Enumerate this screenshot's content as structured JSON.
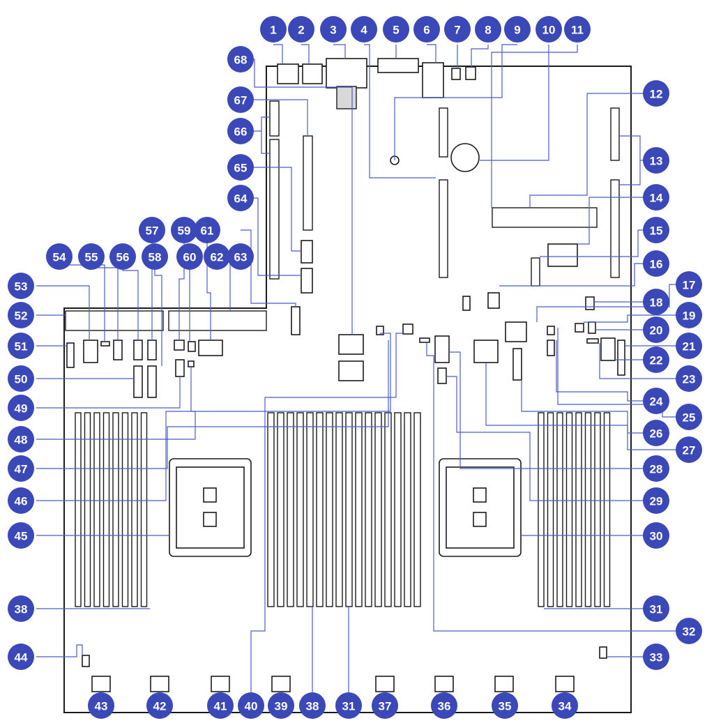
{
  "diagram": {
    "colors": {
      "callout": "#3a48b8",
      "leader": "#4a5bc7",
      "outline": "#1a1a1a"
    },
    "callouts": [
      "1",
      "2",
      "3",
      "4",
      "5",
      "6",
      "7",
      "8",
      "9",
      "10",
      "11",
      "12",
      "13",
      "14",
      "15",
      "16",
      "17",
      "18",
      "19",
      "20",
      "21",
      "22",
      "23",
      "24",
      "25",
      "26",
      "27",
      "28",
      "29",
      "30",
      "31",
      "32",
      "33",
      "34",
      "35",
      "36",
      "37",
      "38",
      "39",
      "40",
      "41",
      "42",
      "43",
      "44",
      "45",
      "46",
      "47",
      "48",
      "49",
      "50",
      "51",
      "52",
      "53",
      "54",
      "55",
      "56",
      "57",
      "58",
      "59",
      "60",
      "61",
      "62",
      "63",
      "64",
      "65",
      "66",
      "67",
      "68"
    ]
  }
}
